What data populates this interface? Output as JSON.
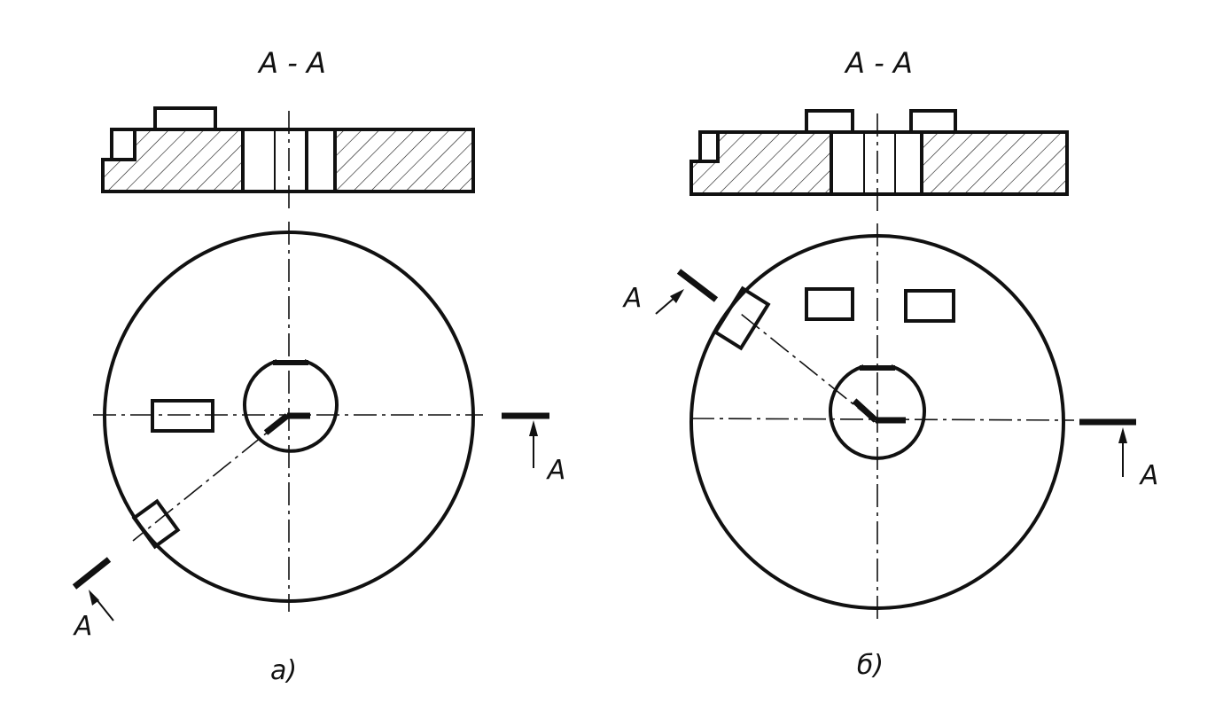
{
  "figures": [
    {
      "id": "a",
      "section_title": "А - А",
      "caption": "а)",
      "cut_marker_left": "А",
      "cut_marker_right": "А"
    },
    {
      "id": "b",
      "section_title": "А - А",
      "caption": "б)",
      "cut_marker_left": "А",
      "cut_marker_right": "А"
    }
  ],
  "colors": {
    "ink": "#111111",
    "paper": "#ffffff"
  }
}
